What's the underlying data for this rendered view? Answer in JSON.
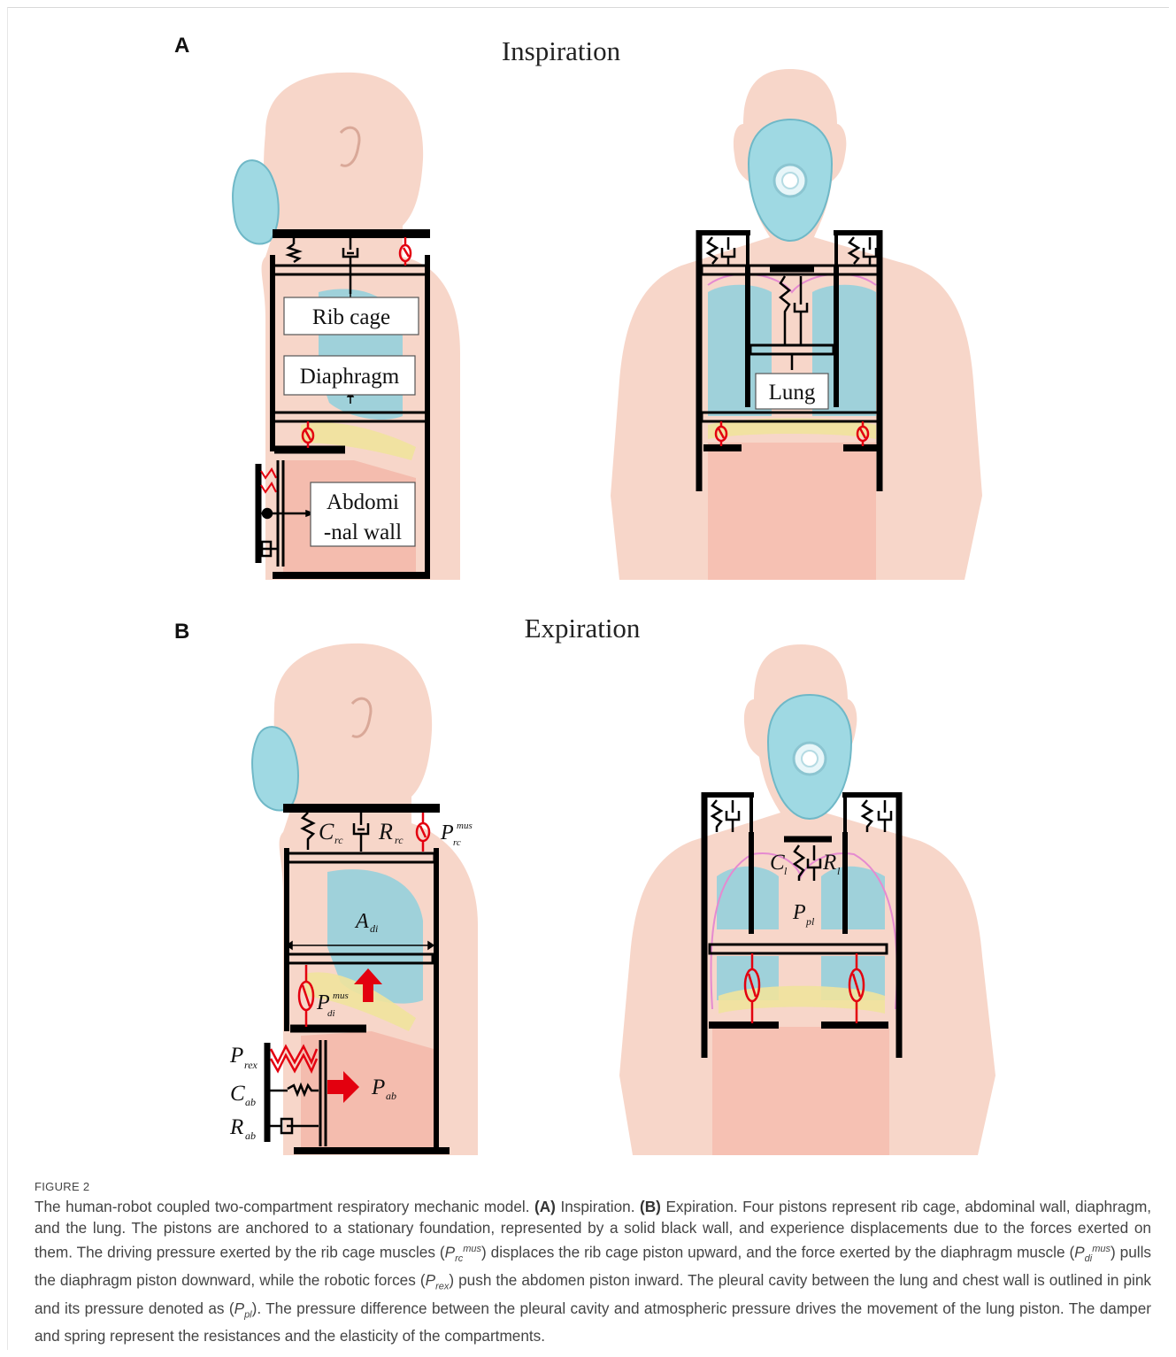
{
  "panels": {
    "a": {
      "letter": "A",
      "title": "Inspiration",
      "labels": {
        "rib_cage": "Rib cage",
        "diaphragm": "Diaphragm",
        "abdominal_line1": "Abdomi",
        "abdominal_line2": "-nal wall",
        "lung": "Lung"
      }
    },
    "b": {
      "letter": "B",
      "title": "Expiration",
      "symbols": {
        "C": "C",
        "R": "R",
        "P": "P",
        "A": "A",
        "rc": "rc",
        "mus": "mus",
        "di": "di",
        "rex": "rex",
        "ab": "ab",
        "l": "l",
        "pl": "pl"
      }
    }
  },
  "colors": {
    "skin": "#f6cfc0",
    "lung": "#8fd0dd",
    "mask": "#9fd9e3",
    "diaphragm": "#efe39c",
    "abdomen": "#f3a898",
    "frame": "#000000",
    "actuator": "#e3000f",
    "pleura": "#e58ad0"
  },
  "caption": {
    "figure_number": "FIGURE 2",
    "s1": "The human-robot coupled two-compartment respiratory mechanic model.",
    "a_tag": "(A)",
    "a_text": "Inspiration.",
    "b_tag": "(B)",
    "b_text": "Expiration. Four pistons represent rib cage, abdominal wall, diaphragm, and the lung. The pistons are anchored to a stationary foundation, represented by a solid black wall, and experience displacements due to the forces exerted on them. The driving pressure exerted by the rib cage muscles (",
    "p_sym": "P",
    "p_rc_sub": "rc",
    "p_mus_sup": "mus",
    "t2": ") displaces the rib cage piston upward, and the force exerted by the diaphragm muscle (",
    "p_di_sub": "di",
    "t3": ") pulls the diaphragm piston downward, while the robotic forces (",
    "p_rex_sub": "rex",
    "t4": ") push the abdomen piston inward. The pleural cavity between the lung and chest wall is outlined in pink and its pressure denoted as (",
    "p_pl_sub": "pl",
    "t5": "). The pressure difference between the pleural cavity and atmospheric pressure drives the movement of the lung piston. The damper and spring represent the resistances and the elasticity of the compartments."
  }
}
